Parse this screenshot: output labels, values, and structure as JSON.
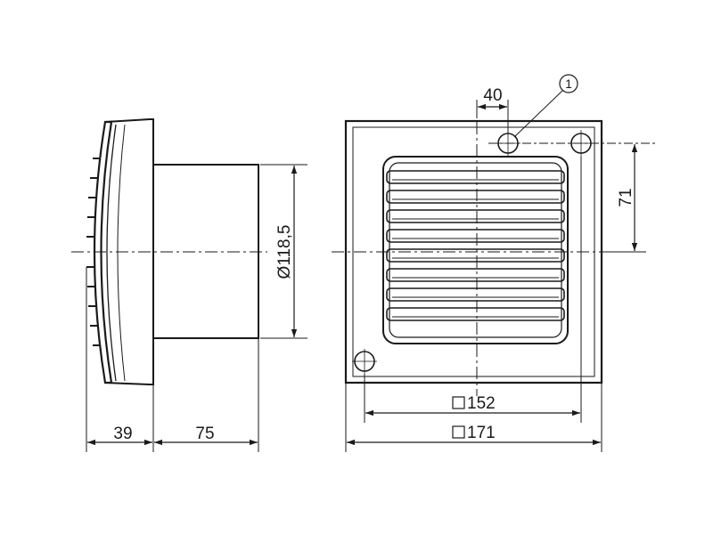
{
  "dimensions": {
    "front_depth": "39",
    "tube_length": "75",
    "tube_diameter": "Ø118,5",
    "hole_offset_x": "40",
    "hole_offset_y": "71",
    "hole_spacing": "152",
    "panel_size": "171"
  },
  "callout": {
    "number": "1"
  },
  "colors": {
    "line": "#1a1a1a",
    "background": "#ffffff"
  }
}
